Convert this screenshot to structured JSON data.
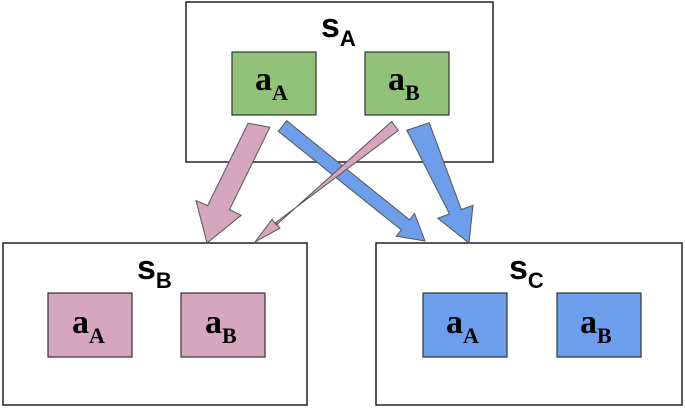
{
  "colors": {
    "green": "#92c17a",
    "pink": "#d5a6bd",
    "blue": "#6d9eeb",
    "border": "#222222",
    "text": "#000000",
    "arrow_outline": "#555555"
  },
  "states": {
    "a": {
      "name": "s",
      "sub": "A"
    },
    "b": {
      "name": "s",
      "sub": "B"
    },
    "c": {
      "name": "s",
      "sub": "C"
    }
  },
  "actions": {
    "sa_aa": {
      "name": "a",
      "sub": "A"
    },
    "sa_ab": {
      "name": "a",
      "sub": "B"
    },
    "sb_aa": {
      "name": "a",
      "sub": "A"
    },
    "sb_ab": {
      "name": "a",
      "sub": "B"
    },
    "sc_aa": {
      "name": "a",
      "sub": "A"
    },
    "sc_ab": {
      "name": "a",
      "sub": "B"
    }
  },
  "transitions": [
    {
      "from_action": "a_A",
      "to_state": "s_B",
      "probability": "high",
      "color": "pink"
    },
    {
      "from_action": "a_A",
      "to_state": "s_C",
      "probability": "low",
      "color": "blue"
    },
    {
      "from_action": "a_B",
      "to_state": "s_B",
      "probability": "low",
      "color": "pink"
    },
    {
      "from_action": "a_B",
      "to_state": "s_C",
      "probability": "high",
      "color": "blue"
    }
  ]
}
